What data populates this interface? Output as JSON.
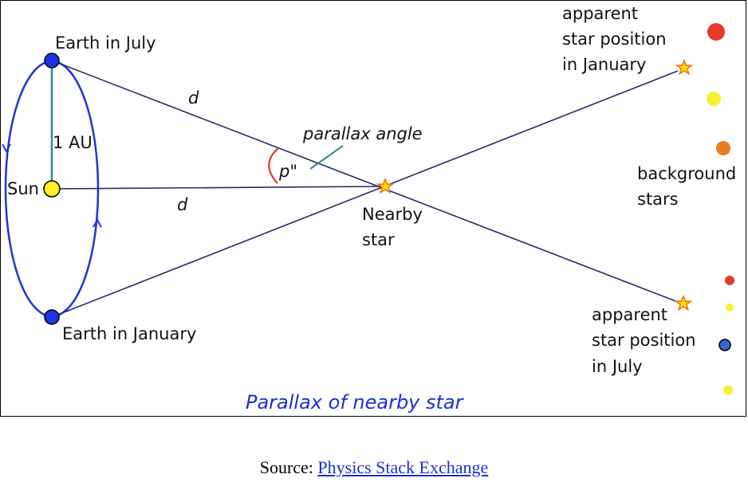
{
  "diagram": {
    "labels": {
      "earth_july": "Earth in July",
      "earth_january": "Earth in January",
      "sun": "Sun",
      "au": "1 AU",
      "d_top": "d",
      "d_mid": "d",
      "parallax_angle": "parallax angle",
      "p": "p\"",
      "nearby_star_line1": "Nearby",
      "nearby_star_line2": "star",
      "apparent_jan_line1": "apparent",
      "apparent_jan_line2": "star position",
      "apparent_jan_line3": "in January",
      "background_line1": "background",
      "background_line2": "stars",
      "apparent_jul_line1": "apparent",
      "apparent_jul_line2": "star position",
      "apparent_jul_line3": "in July",
      "title": "Parallax of nearby star"
    },
    "colors": {
      "orbit": "#2233d9",
      "lines": "#2a2a6a",
      "earth": "#1a35e8",
      "sun": "#ffee22",
      "star_fill": "#ffe100",
      "star_stroke": "#f07020",
      "angle_arc": "#e03838",
      "angle_leader": "#2d8a8a",
      "au_line": "#2d8a8a",
      "title": "#1a2fd6",
      "bg_star_red": "#e53a2a",
      "bg_star_yellow": "#f8ef35",
      "bg_star_orange": "#e87d20",
      "bg_star_blue": "#3866c8"
    }
  },
  "source": {
    "prefix": "Source: ",
    "link_text": "Physics Stack Exchange"
  }
}
